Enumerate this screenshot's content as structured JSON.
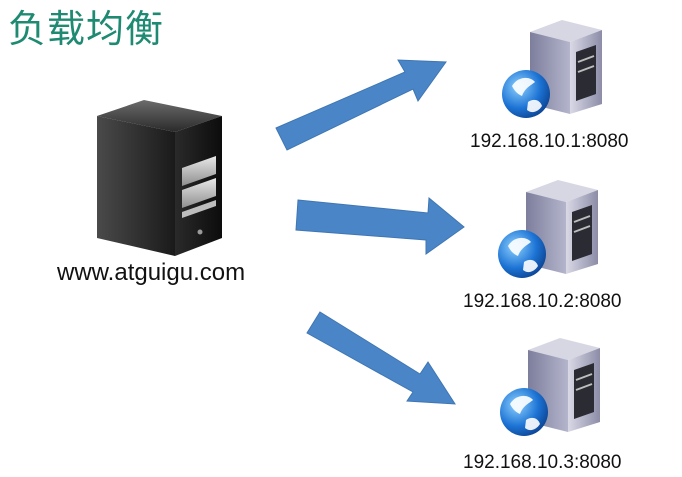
{
  "title": "负载均衡",
  "main_server": {
    "label": "www.atguigu.com",
    "icon": "tower-server-icon"
  },
  "nodes": [
    {
      "label": "192.168.10.1:8080",
      "icon": "server-globe-icon"
    },
    {
      "label": "192.168.10.2:8080",
      "icon": "server-globe-icon"
    },
    {
      "label": "192.168.10.3:8080",
      "icon": "server-globe-icon"
    }
  ],
  "colors": {
    "title": "#1f8a72",
    "arrow_fill": "#4a86c7",
    "arrow_stroke": "#3f76b3"
  }
}
